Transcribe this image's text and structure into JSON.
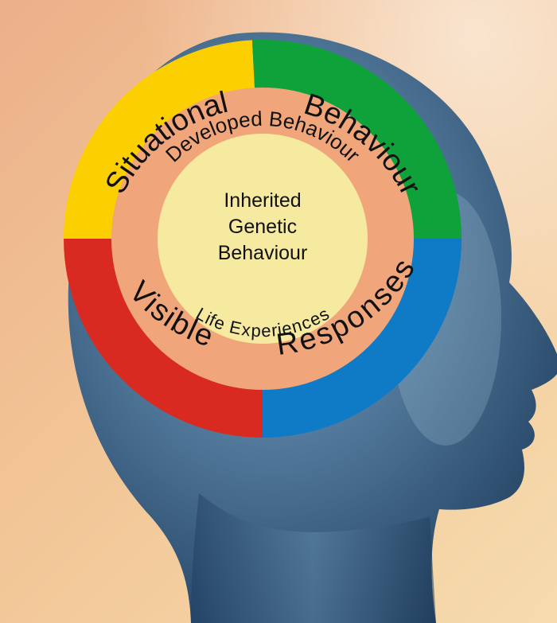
{
  "diagram": {
    "outer_ring": {
      "segments": [
        {
          "label": "Situational",
          "color": "#fbcf00"
        },
        {
          "label": "Behaviour",
          "color": "#0fa13a"
        },
        {
          "label": "Responses",
          "color": "#0f7ac6"
        },
        {
          "label": "Visible",
          "color": "#d92a21"
        }
      ]
    },
    "middle_ring": {
      "color": "#f0a67a",
      "top_label": "Developed Behaviour",
      "bottom_label": "Life Experiences"
    },
    "core": {
      "color": "#f5ea9f",
      "lines": [
        "Inherited",
        "Genetic",
        "Behaviour"
      ]
    },
    "background": {
      "head_color": "#1f3d5e",
      "head_highlight": "#9bbcd2"
    }
  }
}
